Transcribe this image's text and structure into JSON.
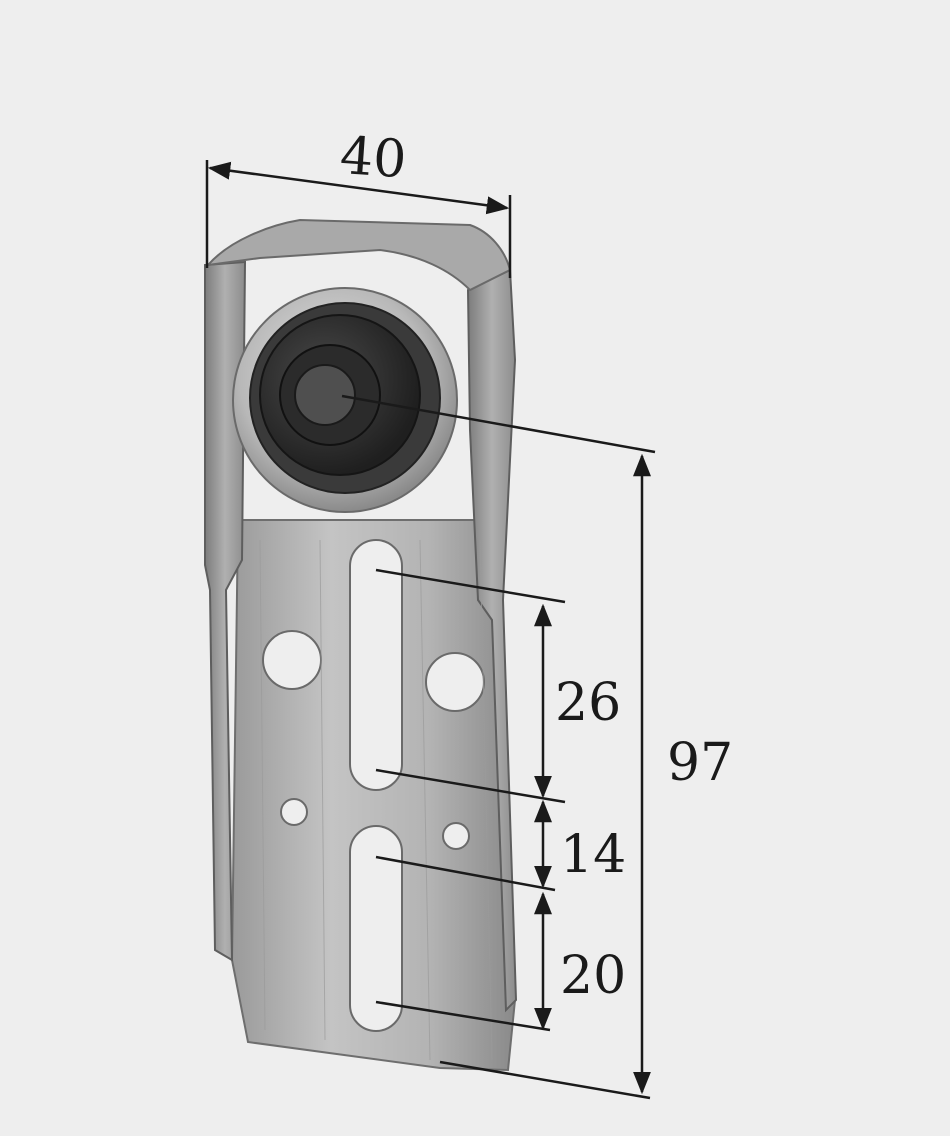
{
  "dimensions": {
    "width": "40",
    "height": "97",
    "slot_upper": "26",
    "slot_gap": "14",
    "slot_lower": "20"
  },
  "colors": {
    "background": "#eeeeee",
    "metal": "#b9b9b9",
    "metal_dark": "#8d8d8d",
    "bearing_ring": "#c9c9c9",
    "bearing_inner": "#2f2f2f",
    "line": "#1a1a1a"
  }
}
